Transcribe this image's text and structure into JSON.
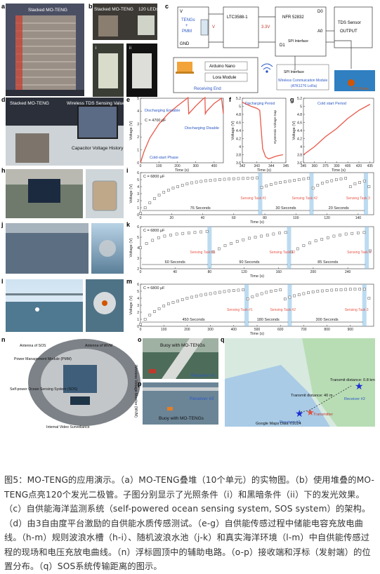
{
  "panels": {
    "a": {
      "letter": "a",
      "label": "Stacked MO-TENG"
    },
    "b": {
      "letter": "b",
      "label": "Stacked MO-TENG",
      "label2": "120 LEDs",
      "sub_i": "i",
      "sub_ii": "ii"
    },
    "c": {
      "letter": "c",
      "vcc": "V",
      "teng": "TENGs",
      "teng2": "+",
      "teng3": "PMM",
      "gnd": "GND",
      "ltc": "LTC3588-1",
      "v33": "3.3V",
      "vs": "V",
      "nfr": "NFR 52832",
      "d0": "D0",
      "d1": "D1",
      "a0": "A0",
      "spi": "SPI Interface",
      "tds_title": "TDS Sensor",
      "tds_output": "OUTPUT",
      "tds_probe": "TDS Probe",
      "arduino": "Arduino Nano",
      "lora": "Lora Module",
      "receiving": "Receiving End",
      "wcm": "Wireless Commuication Module",
      "wcm2": "(ATK1276 LoRa)",
      "spi2": "SPI Interface"
    },
    "d": {
      "letter": "d",
      "label1": "Stacked MO-TENG",
      "label2": "Wireless TDS Sensing Value",
      "label3": "Capacitor Voltage History"
    },
    "e": {
      "letter": "e",
      "cap": "C",
      "cap_val": "= 4700 μF",
      "discharge_enable": "Discharging Ensable",
      "discharge_disable": "Discharging Disable",
      "cold": "Cold-start Phase"
    },
    "f": {
      "letter": "f",
      "period": "Discharging Period",
      "hyst": "Hysteresis Voltage Gap"
    },
    "g": {
      "letter": "g",
      "period": "Cold start Period"
    },
    "h": {
      "letter": "h"
    },
    "i": {
      "letter": "i",
      "cap": "= 6800 μF",
      "task1": "Sensing Task #1",
      "task2": "Sensing Task #2",
      "task3": "Sensing Task 3",
      "seg1": "76 Seconds",
      "seg2": "30 Seconds",
      "seg3": "20 Seconds"
    },
    "j": {
      "letter": "j"
    },
    "k": {
      "letter": "k",
      "cap": "= 6800 μF",
      "task1": "Sensing Task #1",
      "task2": "Sensing Task #2",
      "task3": "Sensing Task 3",
      "seg1": "60 Seconds",
      "seg2": "90 Seconds",
      "seg3": "85 Seconds"
    },
    "l": {
      "letter": "l"
    },
    "m": {
      "letter": "m",
      "cap": "= 6800 μF",
      "task1": "Sensing Task #1",
      "task2": "Sensing Task #2",
      "task3": "Sensing Task 3",
      "seg1": "450 Seconds",
      "seg2": "180 Seconds",
      "seg3": "300 Seconds"
    },
    "n": {
      "letter": "n",
      "l1": "Antenna of SOS",
      "l2": "Antenna of WVM",
      "l3": "Power Management Module (PMM)",
      "l4": "Self-power Ocean Sensing System (SOS)",
      "l5": "Wireless Voltage Monitor (WVM)",
      "l6": "Internal Video Surveillance"
    },
    "o": {
      "letter": "o",
      "l1": "Buoy with MO-TENGs",
      "l2": "Receiver #1"
    },
    "p": {
      "letter": "p",
      "l1": "Receiver #2",
      "l2": "Buoy with MO-TENGs"
    },
    "q": {
      "letter": "q",
      "t1": "Transmit distance: 0.8 km",
      "t2": "Transmit distance: 40 m",
      "r1": "Receiver #1",
      "r2": "Receiver #2",
      "tx": "Transmitter",
      "credit": "Google Maps Data ©2024"
    }
  },
  "chart_data": [
    {
      "panel": "e",
      "type": "line",
      "xlabel": "Time (s)",
      "ylabel": "Voltage (V)",
      "xlim": [
        0,
        450
      ],
      "ylim": [
        0,
        5
      ],
      "xticks": [
        0,
        100,
        200,
        300,
        400
      ],
      "yticks": [
        0,
        1,
        2,
        3,
        4,
        5
      ],
      "series": [
        {
          "x": [
            0,
            20,
            50,
            100,
            150,
            200,
            250,
            258,
            262,
            300,
            340,
            350,
            352,
            360,
            400,
            440,
            450
          ],
          "y": [
            0,
            0.9,
            1.9,
            3.0,
            3.8,
            4.4,
            4.95,
            5.05,
            3.8,
            4.4,
            4.95,
            5.05,
            3.8,
            4.0,
            4.6,
            5.0,
            3.8
          ]
        }
      ]
    },
    {
      "panel": "f",
      "type": "line",
      "xlabel": "Time (s)",
      "ylabel": "Voltage (V)",
      "xlim": [
        342,
        345
      ],
      "ylim": [
        3.6,
        5.2
      ],
      "xticks": [
        342,
        343,
        344,
        345
      ],
      "yticks": [
        3.6,
        3.8,
        4.0,
        4.2,
        4.4,
        4.6,
        4.8,
        5.0,
        5.2
      ],
      "series": [
        {
          "x": [
            342.0,
            342.3,
            342.6,
            343.0,
            343.2,
            343.4,
            343.6,
            343.8,
            344.0,
            344.2,
            344.5,
            344.8
          ],
          "y": [
            5.1,
            5.05,
            5.0,
            4.95,
            4.9,
            3.95,
            3.75,
            3.7,
            3.72,
            3.75,
            3.78,
            3.8
          ]
        }
      ]
    },
    {
      "panel": "g",
      "type": "line",
      "xlabel": "Time (s)",
      "ylabel": "Voltage (V)",
      "xlim": [
        345,
        440
      ],
      "ylim": [
        3.6,
        5.2
      ],
      "xticks": [
        345,
        360,
        375,
        390,
        405,
        420,
        435
      ],
      "yticks": [
        3.6,
        3.8,
        4.0,
        4.2,
        4.4,
        4.6,
        4.8,
        5.0,
        5.2
      ],
      "series": [
        {
          "x": [
            345,
            360,
            375,
            390,
            405,
            420,
            435
          ],
          "y": [
            3.8,
            4.0,
            4.25,
            4.45,
            4.7,
            4.9,
            5.05
          ]
        }
      ]
    },
    {
      "panel": "i",
      "type": "scatter",
      "xlabel": "Time (s)",
      "ylabel": "Voltage (V)",
      "xlim": [
        0,
        150
      ],
      "ylim": [
        0,
        6
      ],
      "xticks": [
        0,
        20,
        40,
        60,
        80,
        100,
        120,
        140
      ],
      "yticks": [
        0,
        1,
        2,
        3,
        4,
        5,
        6
      ],
      "series": [
        {
          "x": [
            0,
            3,
            6,
            9,
            12,
            15,
            18,
            21,
            24,
            27,
            30,
            33,
            36,
            39,
            42,
            45,
            48,
            51,
            54,
            57,
            60,
            63,
            66,
            69,
            72,
            75,
            78,
            81,
            84,
            87,
            90,
            93,
            96,
            99,
            102,
            105,
            108,
            111,
            114,
            117,
            120,
            123,
            126,
            129,
            132,
            135,
            138,
            141,
            144,
            147
          ],
          "y": [
            0.2,
            1.0,
            1.7,
            2.3,
            2.8,
            3.2,
            3.5,
            3.8,
            4.0,
            4.2,
            4.4,
            4.55,
            4.65,
            4.75,
            4.85,
            4.9,
            4.95,
            5.0,
            5.05,
            5.1,
            5.12,
            5.15,
            5.17,
            5.2,
            5.22,
            5.25,
            3.9,
            4.1,
            4.3,
            4.5,
            4.6,
            4.7,
            4.8,
            4.9,
            5.0,
            5.1,
            5.2,
            3.8,
            4.2,
            4.5,
            4.7,
            4.85,
            5.0,
            5.1,
            5.2,
            4.0,
            4.4,
            4.6,
            4.8,
            4.0
          ]
        }
      ],
      "task_x": [
        77,
        110,
        145
      ]
    },
    {
      "panel": "k",
      "type": "scatter",
      "xlabel": "Time (s)",
      "ylabel": "Voltage (V)",
      "xlim": [
        0,
        270
      ],
      "ylim": [
        2,
        6
      ],
      "xticks": [
        0,
        40,
        80,
        120,
        160,
        200,
        240
      ],
      "yticks": [
        2,
        3,
        4,
        5,
        6
      ],
      "series": [
        {
          "x": [
            0,
            7,
            14,
            21,
            28,
            35,
            42,
            49,
            56,
            63,
            70,
            77,
            84,
            91,
            98,
            105,
            112,
            119,
            126,
            133,
            140,
            147,
            154,
            161,
            168,
            175,
            182,
            189,
            196,
            203,
            210,
            217,
            224,
            231,
            238,
            245,
            252,
            259,
            266
          ],
          "y": [
            4.0,
            4.4,
            4.7,
            4.95,
            5.1,
            5.2,
            5.3,
            5.35,
            5.4,
            5.45,
            5.5,
            5.55,
            3.6,
            3.9,
            4.2,
            4.4,
            4.6,
            4.75,
            4.9,
            5.0,
            5.1,
            5.2,
            5.3,
            5.4,
            5.45,
            3.6,
            3.9,
            4.2,
            4.45,
            4.65,
            4.8,
            4.95,
            5.1,
            5.2,
            5.3,
            5.35,
            5.4,
            5.45,
            3.7
          ]
        }
      ],
      "task_x": [
        80,
        172,
        262
      ]
    },
    {
      "panel": "m",
      "type": "scatter",
      "xlabel": "Time (s)",
      "ylabel": "Voltage (V)",
      "xlim": [
        0,
        1000
      ],
      "ylim": [
        0,
        6
      ],
      "xticks": [
        0,
        100,
        200,
        300,
        400,
        500,
        600,
        700,
        800,
        900
      ],
      "yticks": [
        0,
        1,
        2,
        3,
        4,
        5,
        6
      ],
      "series": [
        {
          "x": [
            0,
            20,
            40,
            60,
            80,
            100,
            120,
            140,
            160,
            180,
            200,
            220,
            240,
            260,
            280,
            300,
            320,
            340,
            360,
            380,
            400,
            420,
            440,
            460,
            480,
            500,
            520,
            540,
            560,
            580,
            600,
            620,
            640,
            660,
            680,
            700,
            720,
            740,
            760,
            780,
            800,
            820,
            840,
            860,
            880,
            900,
            920,
            940,
            960,
            980
          ],
          "y": [
            0.3,
            1.0,
            1.6,
            2.1,
            2.5,
            2.9,
            3.2,
            3.4,
            3.6,
            3.8,
            4.0,
            4.15,
            4.3,
            4.45,
            4.55,
            4.65,
            4.75,
            4.85,
            4.95,
            5.05,
            5.1,
            5.15,
            5.2,
            3.9,
            4.2,
            4.45,
            4.65,
            4.85,
            5.0,
            5.1,
            5.2,
            3.9,
            4.15,
            4.35,
            4.5,
            4.65,
            4.8,
            4.9,
            5.0,
            5.05,
            5.1,
            5.15,
            5.2,
            5.22,
            5.25,
            5.28,
            5.3,
            5.3,
            5.3,
            4.0
          ]
        }
      ],
      "task_x": [
        455,
        640,
        960
      ]
    }
  ],
  "caption": "图5：MO-TENG的应用演示。（a）MO-TENG叠堆（10个单元）的实物图。（b）使用堆叠的MO-TENG点亮120个发光二极管。子图分别显示了光照条件（i）和黑暗条件（ii）下的发光效果。（c）自供能海洋监测系统（self-powered ocean sensing system, SOS system）的架构。（d）由3自由度平台激励的自供能水质传感测试。（e-g）自供能传感过程中储能电容充放电曲线。（h-m）规则波浪水槽（h-i）、随机波浪水池（j-k）和真实海洋环境（l-m）中自供能传感过程的现场和电压充放电曲线。（n）浮标圆顶中的辅助电路。（o-p）接收端和浮标（发射端）的位置分布。（q）SOS系统传输距离的图示。"
}
